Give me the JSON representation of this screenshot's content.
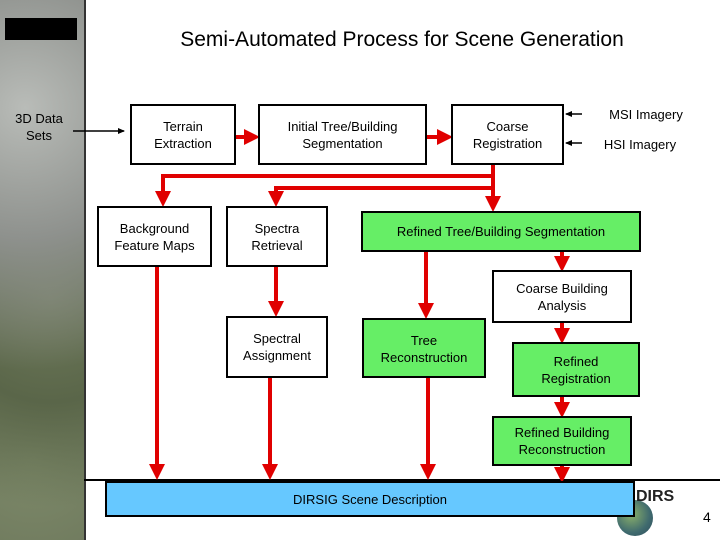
{
  "title": "Semi-Automated Process for Scene Generation",
  "inputs": {
    "data3d": "3D Data\nSets",
    "msi": "MSI Imagery",
    "hsi": "HSI Imagery"
  },
  "boxes": {
    "terrain": "Terrain\nExtraction",
    "initial": "Initial Tree/Building\nSegmentation",
    "coarse_reg": "Coarse\nRegistration",
    "background": "Background\nFeature Maps",
    "spectra": "Spectra\nRetrieval",
    "refined_seg": "Refined Tree/Building Segmentation",
    "coarse_bldg": "Coarse Building\nAnalysis",
    "spectral_assign": "Spectral\nAssignment",
    "tree_recon": "Tree\nReconstruction",
    "refined_reg": "Refined\nRegistration",
    "refined_bldg": "Refined Building\nReconstruction",
    "dirsig": "DIRSIG Scene Description"
  },
  "logo": "DIRS",
  "page_number": "4",
  "colors": {
    "arrow": "#e00000",
    "green": "#66ee66",
    "blue": "#66c8ff"
  }
}
